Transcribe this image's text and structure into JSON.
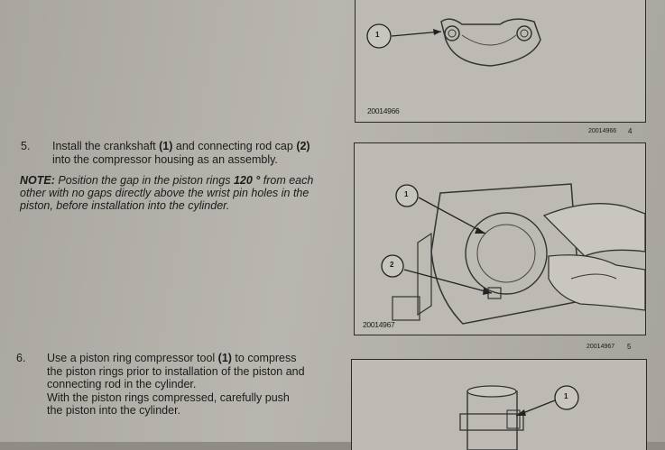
{
  "figures": [
    {
      "code": "20014966",
      "footer_code": "20014966",
      "page_no": "4",
      "callouts": [
        "1"
      ]
    },
    {
      "code": "20014967",
      "footer_code": "20014967",
      "page_no": "5",
      "callouts": [
        "1",
        "2"
      ]
    },
    {
      "callouts": [
        "1"
      ]
    }
  ],
  "step5": {
    "number": "5.",
    "line1_a": "Install the crankshaft ",
    "line1_b": "(1)",
    "line1_c": " and connecting rod cap ",
    "line1_d": "(2)",
    "line2": "into the compressor housing as an assembly."
  },
  "note": {
    "label": "NOTE:",
    "text_a": " Position the gap in the piston rings ",
    "text_b": "120 °",
    "text_c": " from each other with no gaps directly above the wrist pin holes in the piston, before installation into the cylinder."
  },
  "step6": {
    "number": "6.",
    "line1_a": "Use a piston ring compressor tool ",
    "line1_b": "(1)",
    "line1_c": " to compress",
    "line2": "the piston rings prior to installation of the piston and",
    "line3": "connecting rod in the cylinder.",
    "line4": "With the piston rings compressed, carefully push",
    "line5": "the piston into the cylinder."
  }
}
